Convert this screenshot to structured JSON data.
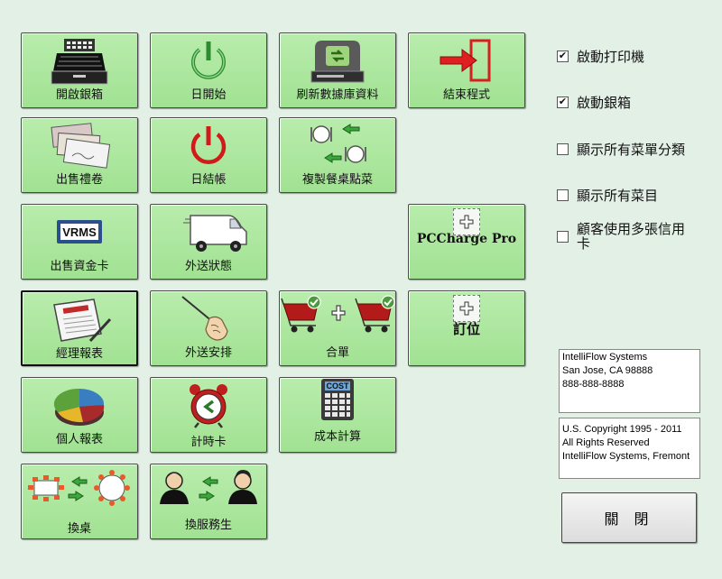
{
  "buttons": {
    "open_drawer": "開啟銀箱",
    "day_start": "日開始",
    "refresh_db": "刷新數據庫資料",
    "exit_program": "結束程式",
    "sell_gift_cert": "出售禮卷",
    "day_close": "日結帳",
    "copy_orders": "複製餐桌點菜",
    "sell_stored_value": "出售資金卡",
    "vrms_card_text": "VRMS",
    "delivery_status": "外送狀態",
    "pccharge": "PCCharge Pro",
    "manager_report": "經理報表",
    "delivery_dispatch": "外送安排",
    "merge_checks": "合單",
    "reservation": "訂位",
    "personal_report": "個人報表",
    "time_card": "計時卡",
    "cost_calc": "成本計算",
    "cost_icon_text": "COST",
    "change_table": "換桌",
    "change_server": "換服務生"
  },
  "options": [
    {
      "label": "啟動打印機",
      "checked": true
    },
    {
      "label": "啟動銀箱",
      "checked": true
    },
    {
      "label": "顯示所有菜單分類",
      "checked": false
    },
    {
      "label": "顯示所有菜目",
      "checked": false
    },
    {
      "label": "顧客使用多張信用卡",
      "checked": false
    }
  ],
  "company_info": [
    "IntelliFlow Systems",
    "San Jose, CA 98888",
    "888-888-8888"
  ],
  "copyright_info": [
    "U.S. Copyright 1995 - 2011",
    "All Rights Reserved",
    "IntelliFlow  Systems, Fremont"
  ],
  "close_label": "關 閉",
  "colors": {
    "background": "#e3f0e6",
    "tile": "#a8e59a",
    "border": "#4a4a4a"
  }
}
